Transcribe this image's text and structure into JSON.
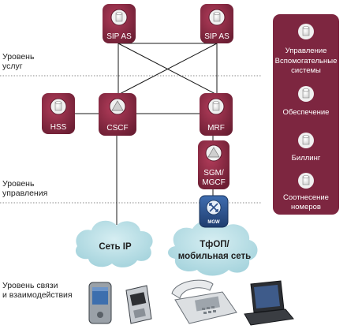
{
  "levels": {
    "services": "Уровень\nуслуг",
    "control": "Уровень\nуправления",
    "transport": "Уровень связи\nи взаимодействия"
  },
  "nodes": {
    "sip_as_left": "SIP AS",
    "sip_as_right": "SIP AS",
    "hss": "HSS",
    "cscf": "CSCF",
    "mrf": "MRF",
    "sgm_line1": "SGM/",
    "sgm_line2": "MGCF",
    "mgw": "MGW"
  },
  "clouds": {
    "ip": "Сеть IP",
    "pstn_line1": "ТфОП/",
    "pstn_line2": "мобильная сеть"
  },
  "side_panel": {
    "management": "Управление",
    "auxiliary_line1": "Вспомогательные",
    "auxiliary_line2": "системы",
    "provisioning": "Обеспечение",
    "billing": "Биллинг",
    "numbering_line1": "Соотнесение",
    "numbering_line2": "номеров"
  },
  "devices": [
    "pda-device",
    "mobile-phone",
    "desk-phone",
    "laptop"
  ],
  "colors": {
    "node_fill": "#8f2a45",
    "node_dark": "#5e1a2d",
    "panel_fill": "#7d2640",
    "cloud_fill": "#b9dfe6",
    "mgw_fill": "#2c4f8a"
  }
}
